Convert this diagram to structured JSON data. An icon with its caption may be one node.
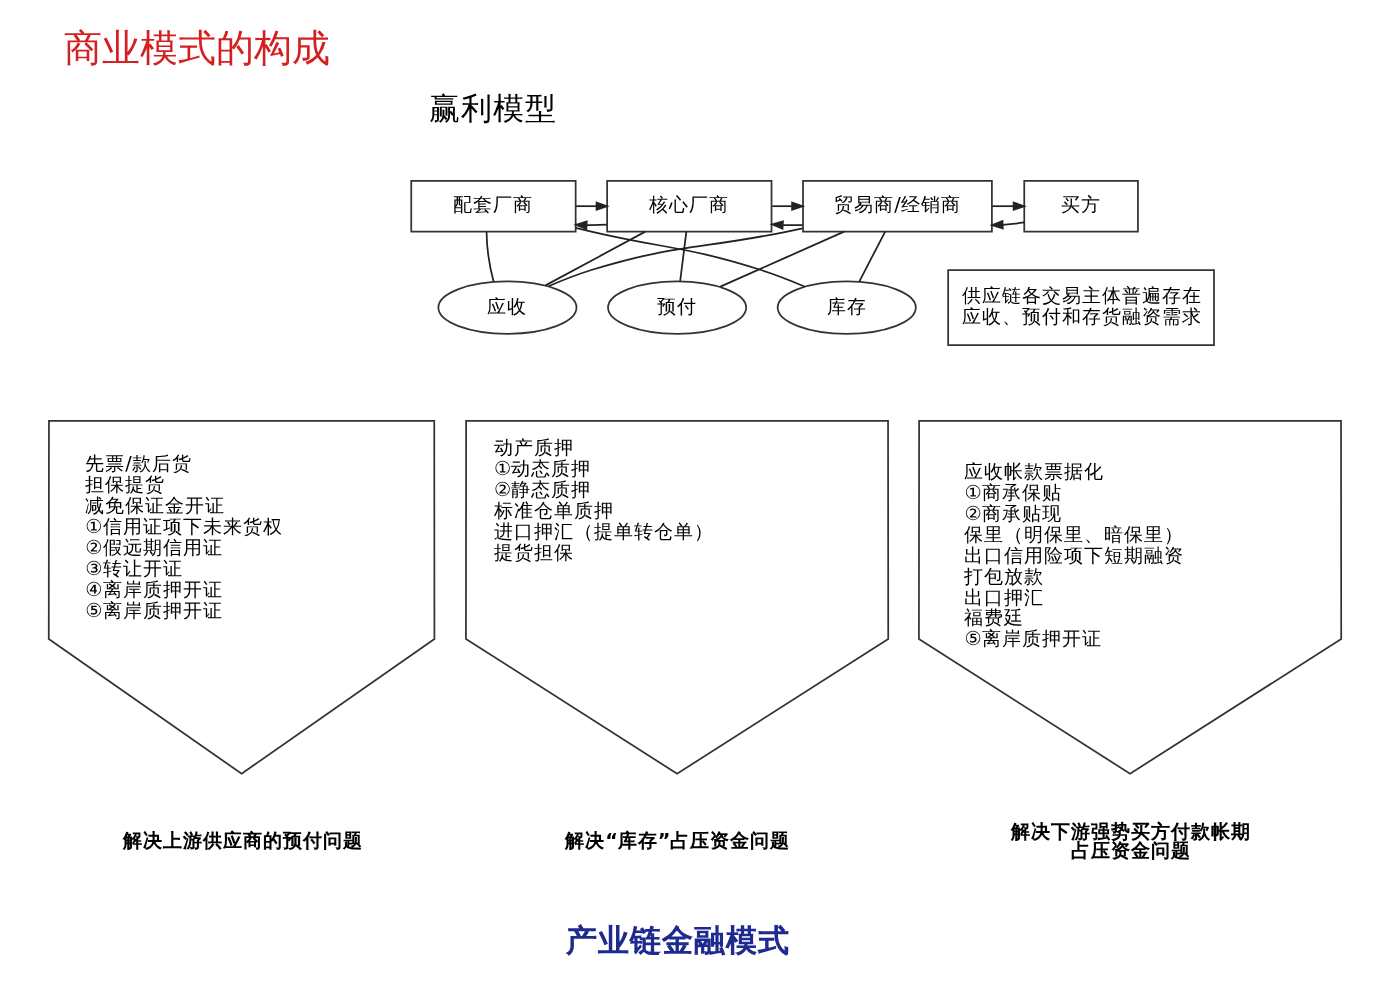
{
  "diagram": {
    "title": "商业模式的构成",
    "caption": "产业链金融模式",
    "nodes": [
      {
        "text": [
          "配套厂商"
        ]
      },
      {
        "text": [
          "核心厂商"
        ]
      },
      {
        "text": [
          "贸易商/经销商"
        ]
      },
      {
        "text": [
          "买方"
        ]
      },
      {
        "text": [
          "供应链各交易主体普遍存在应收、预付和存货融资需求"
        ]
      },
      {
        "text": [
          "应收"
        ]
      },
      {
        "text": [
          "预付"
        ]
      },
      {
        "text": [
          "库存"
        ]
      },
      {
        "text": [
          "先票/款后货",
          "担保提货",
          "减免保证金开证",
          "①信用证项下未来货权",
          "②假远期信用证",
          "③转让开证",
          "④离岸质押开证",
          "⑤离岸质押开证"
        ],
        "beside": [
          "解决上游供应商的预付问题"
        ]
      },
      {
        "text": [
          "动产质押",
          "①动态质押",
          "②静态质押",
          "标准仓单质押",
          "进口押汇（提单转仓单）",
          "提货担保"
        ],
        "beside": [
          "解决“库存”占压资金问题"
        ]
      },
      {
        "text": [
          "应收帐款票据化",
          "①商承保贴",
          "②商承贴现",
          "保里（明保里、暗保里）",
          "出口信用险项下短期融资",
          "打包放款",
          "出口押汇",
          "福费廷",
          "⑤离岸质押开证"
        ],
        "beside": [
          "解决下游强势买方付款帐期占压资金问题"
        ]
      }
    ],
    "edges": [
      {
        "from": 1,
        "to": 0,
        "arrow": "to"
      },
      {
        "from": 0,
        "to": 1,
        "arrow": "to"
      },
      {
        "from": 2,
        "to": 1,
        "arrow": "to"
      },
      {
        "from": 1,
        "to": 2,
        "arrow": "to"
      },
      {
        "from": 3,
        "to": 2,
        "arrow": "to"
      },
      {
        "from": 2,
        "to": 3,
        "arrow": "to"
      },
      {
        "from": 0,
        "to": 5,
        "arrow": "none"
      },
      {
        "from": 0,
        "to": 7,
        "arrow": "none"
      },
      {
        "from": 1,
        "to": 5,
        "arrow": "none"
      },
      {
        "from": 1,
        "to": 6,
        "arrow": "none"
      },
      {
        "from": 2,
        "to": 5,
        "arrow": "none"
      },
      {
        "from": 2,
        "to": 6,
        "arrow": "none"
      },
      {
        "from": 2,
        "to": 7,
        "arrow": "none"
      }
    ],
    "labels": [
      "赢利模型"
    ]
  }
}
